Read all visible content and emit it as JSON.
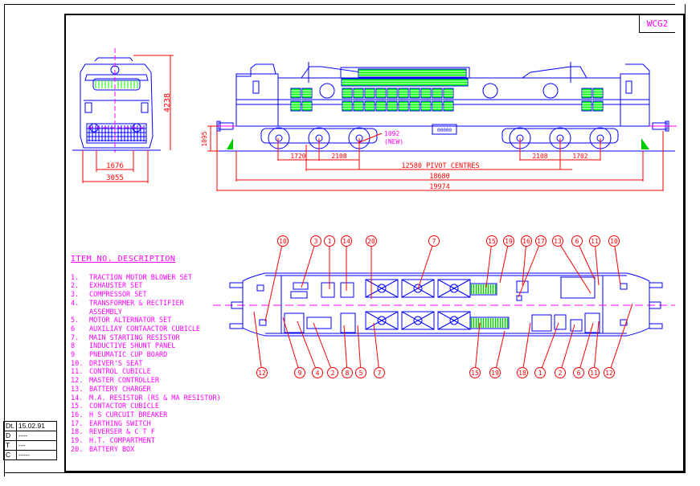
{
  "drawing": {
    "title_block": "WCG2",
    "colors": {
      "outline": "#0000ff",
      "louvre_fill": "#00ff00",
      "dimension": "#ff0000",
      "centerline": "#ff00ff",
      "text_magenta": "#ff00ff",
      "callout": "#ff0000",
      "pipe": "#33aaff",
      "green_line": "#006600",
      "frame": "#000000"
    },
    "end_view": {
      "dimensions": {
        "height": "4238",
        "gauge": "1676",
        "width": "3055"
      }
    },
    "side_view": {
      "dimensions": {
        "buffer_height": "1095",
        "wheelbase_left_1": "1720",
        "wheelbase_left_2": "2108",
        "wheelbase_right_1": "2108",
        "wheelbase_right_2": "1702",
        "pivot_centres": "12580 PIVOT CENTRES",
        "length_over_headstocks": "18680",
        "length_over_buffers": "19974"
      },
      "note": {
        "line1": "1092",
        "line2": "(NEW)"
      },
      "roof_box_label": "00000"
    },
    "plan_view": {
      "callouts_top": [
        "10",
        "3",
        "1",
        "14",
        "20",
        "7",
        "15",
        "19",
        "16",
        "17",
        "13",
        "6",
        "11",
        "10"
      ],
      "callouts_bottom": [
        "12",
        "9",
        "4",
        "2",
        "8",
        "5",
        "7",
        "15",
        "19",
        "18",
        "1",
        "2",
        "6",
        "11",
        "12"
      ]
    },
    "legend": {
      "heading": "ITEM NO. DESCRIPTION",
      "items": [
        {
          "no": "1.",
          "desc": "TRACTION MOTOR BLOWER SET"
        },
        {
          "no": "2.",
          "desc": "EXHAUSTER SET"
        },
        {
          "no": "3.",
          "desc": "COMPRESSOR SET"
        },
        {
          "no": "4.",
          "desc": "TRANSFORMER & RECTIFIER"
        },
        {
          "no": "",
          "desc": "ASSEMBLY"
        },
        {
          "no": "5.",
          "desc": "MOTOR ALTERNATOR SET"
        },
        {
          "no": "6",
          "desc": "AUXILIAY CONTAACTOR CUBICLE"
        },
        {
          "no": "7.",
          "desc": "MAIN STARTING RESISTOR"
        },
        {
          "no": "8",
          "desc": "INDUCTIVE SHUNT PANEL"
        },
        {
          "no": "9",
          "desc": "PNEUMATIC CUP BOARD"
        },
        {
          "no": "10.",
          "desc": "DRIVER'S SEAT"
        },
        {
          "no": "11.",
          "desc": "CONTROL CUBICLE"
        },
        {
          "no": "12.",
          "desc": "MASTER CONTROLLER"
        },
        {
          "no": "13.",
          "desc": "BATTERY CHARGER"
        },
        {
          "no": "14.",
          "desc": "M.A. RESISTOR (RS & MA RESISTOR)"
        },
        {
          "no": "15.",
          "desc": "CONTACTOR CUBICLE"
        },
        {
          "no": "16.",
          "desc": "H S CURCUIT BREAKER"
        },
        {
          "no": "17.",
          "desc": "EARTHING SWITCH"
        },
        {
          "no": "18.",
          "desc": "REVERSER & C T F"
        },
        {
          "no": "19.",
          "desc": "H.T. COMPARTMENT"
        },
        {
          "no": "20.",
          "desc": "BATTERY BOX"
        }
      ]
    },
    "revision_table": [
      {
        "key": "Dt.",
        "value": "15.02.91"
      },
      {
        "key": "D",
        "value": "----"
      },
      {
        "key": "T",
        "value": "---"
      },
      {
        "key": "C",
        "value": "-----"
      }
    ]
  }
}
